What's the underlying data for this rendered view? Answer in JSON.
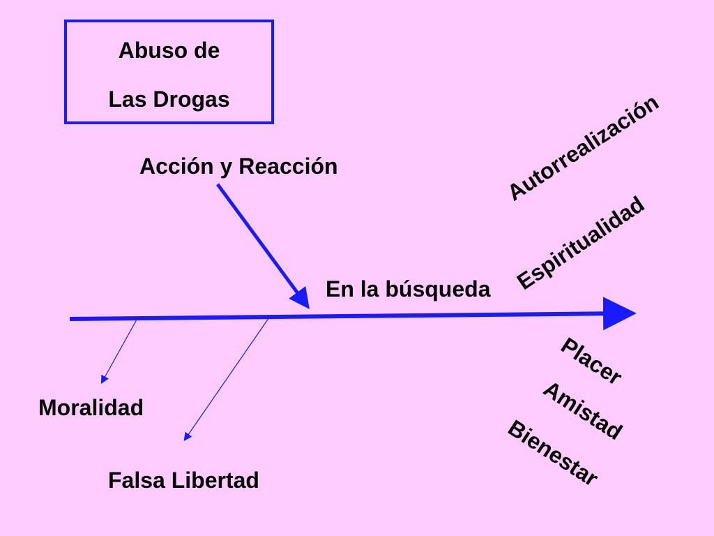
{
  "title": {
    "line1": "Abuso de",
    "line2": "Las Drogas"
  },
  "labels": {
    "accion_reaccion": "Acción y Reacción",
    "en_la_busqueda": "En la búsqueda",
    "moralidad": "Moralidad",
    "falsa_libertad": "Falsa Libertad",
    "autorrealizacion": "Autorrealización",
    "espiritualidad": "Espiritualidad",
    "placer": "Placer",
    "amistad": "Amistad",
    "bienestar": "Bienestar"
  },
  "colors": {
    "background": "#ffccff",
    "arrow": "#1a1aff",
    "text": "#000000"
  }
}
